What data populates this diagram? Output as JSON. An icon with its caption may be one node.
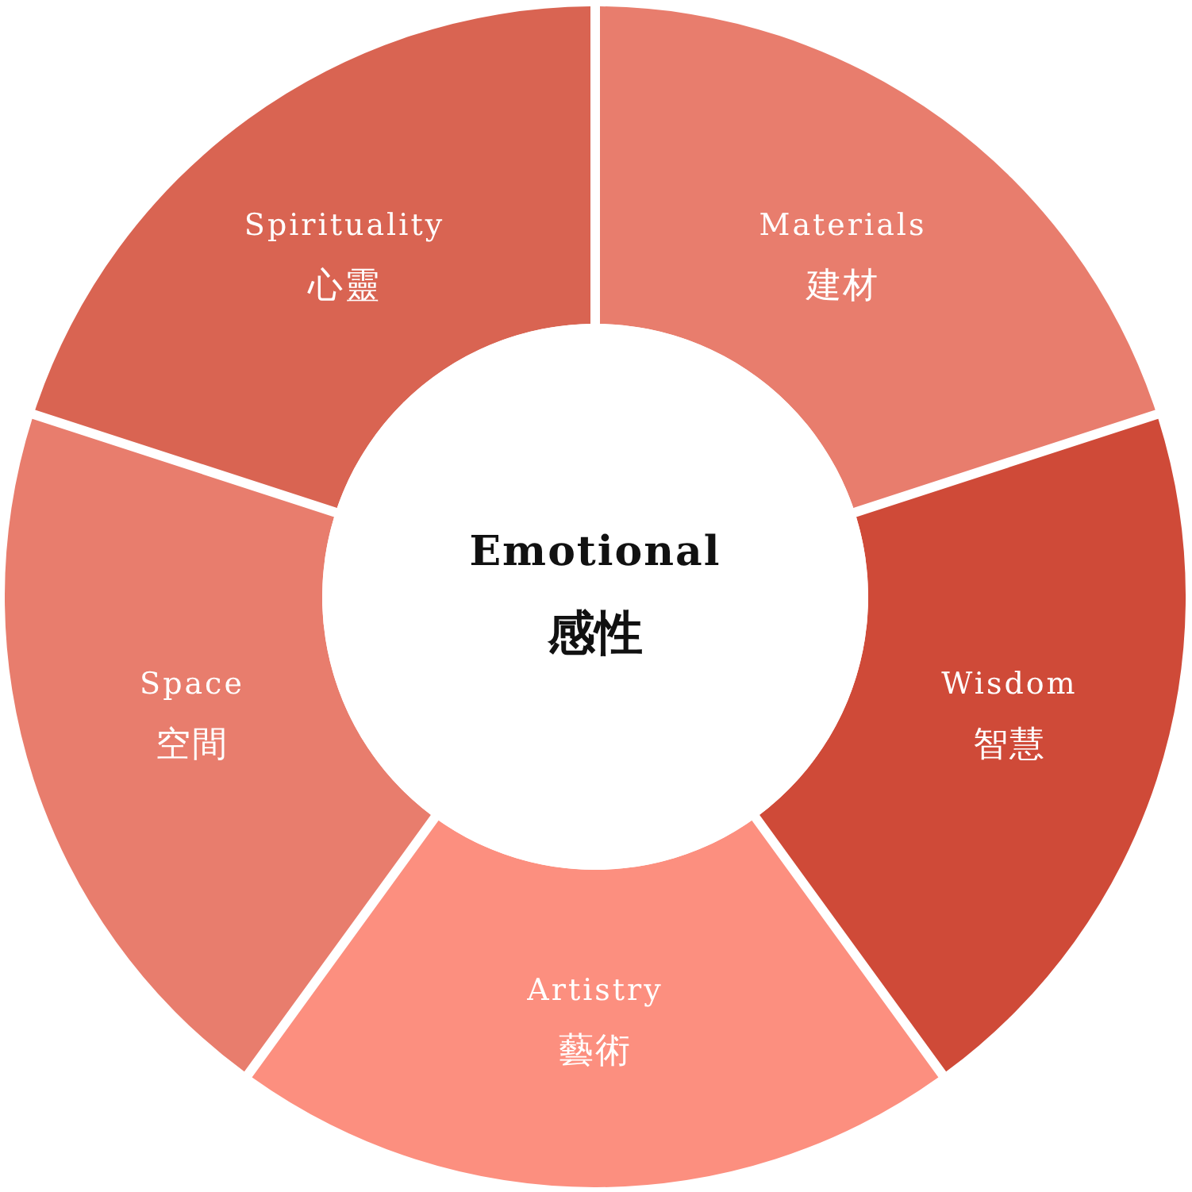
{
  "diagram": {
    "nodes": [
      {
        "text": [
          "Spirituality",
          "心靈"
        ]
      },
      {
        "text": [
          "Materials",
          "建材"
        ]
      },
      {
        "text": [
          "Emotional",
          "感性"
        ]
      },
      {
        "text": [
          "Space",
          "空間"
        ]
      },
      {
        "text": [
          "Wisdom",
          "智慧"
        ]
      },
      {
        "text": [
          "Artistry",
          "藝術"
        ]
      }
    ]
  }
}
